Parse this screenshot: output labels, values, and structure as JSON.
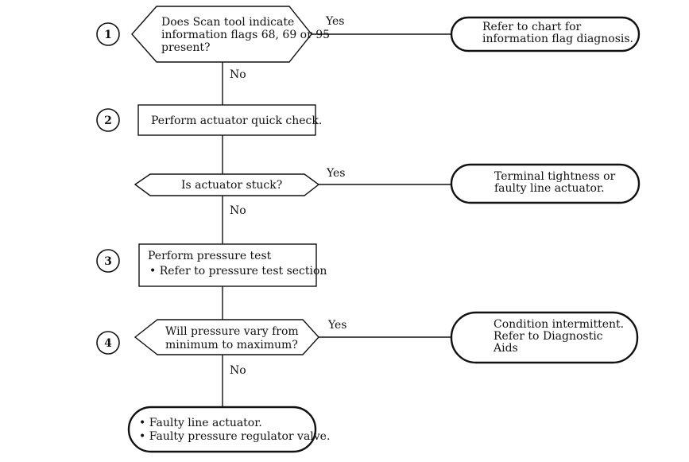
{
  "steps": [
    {
      "number": "1"
    },
    {
      "number": "2"
    },
    {
      "number": "3"
    },
    {
      "number": "4"
    }
  ],
  "decision1": {
    "lines": [
      "Does Scan tool indicate",
      "information flags 68, 69 or 95",
      "present?"
    ],
    "yes_label": "Yes",
    "no_label": "No",
    "yes_result": [
      "Refer to chart for",
      "information  flag diagnosis."
    ]
  },
  "process2": {
    "text": "Perform actuator quick check."
  },
  "decision2": {
    "text": "Is actuator stuck?",
    "yes_label": "Yes",
    "no_label": "No",
    "yes_result": [
      "Terminal tightness or",
      "faulty line actuator."
    ]
  },
  "process3": {
    "title": "Perform pressure test",
    "bullet": "•  Refer to pressure test section"
  },
  "decision3": {
    "lines": [
      "Will pressure vary from",
      "minimum to maximum?"
    ],
    "yes_label": "Yes",
    "no_label": "No",
    "yes_result": [
      "Condition intermittent.",
      "Refer to  Diagnostic",
      "Aids"
    ]
  },
  "final_result": {
    "lines": [
      "•  Faulty line actuator.",
      "•  Faulty pressure regulator valve."
    ]
  }
}
